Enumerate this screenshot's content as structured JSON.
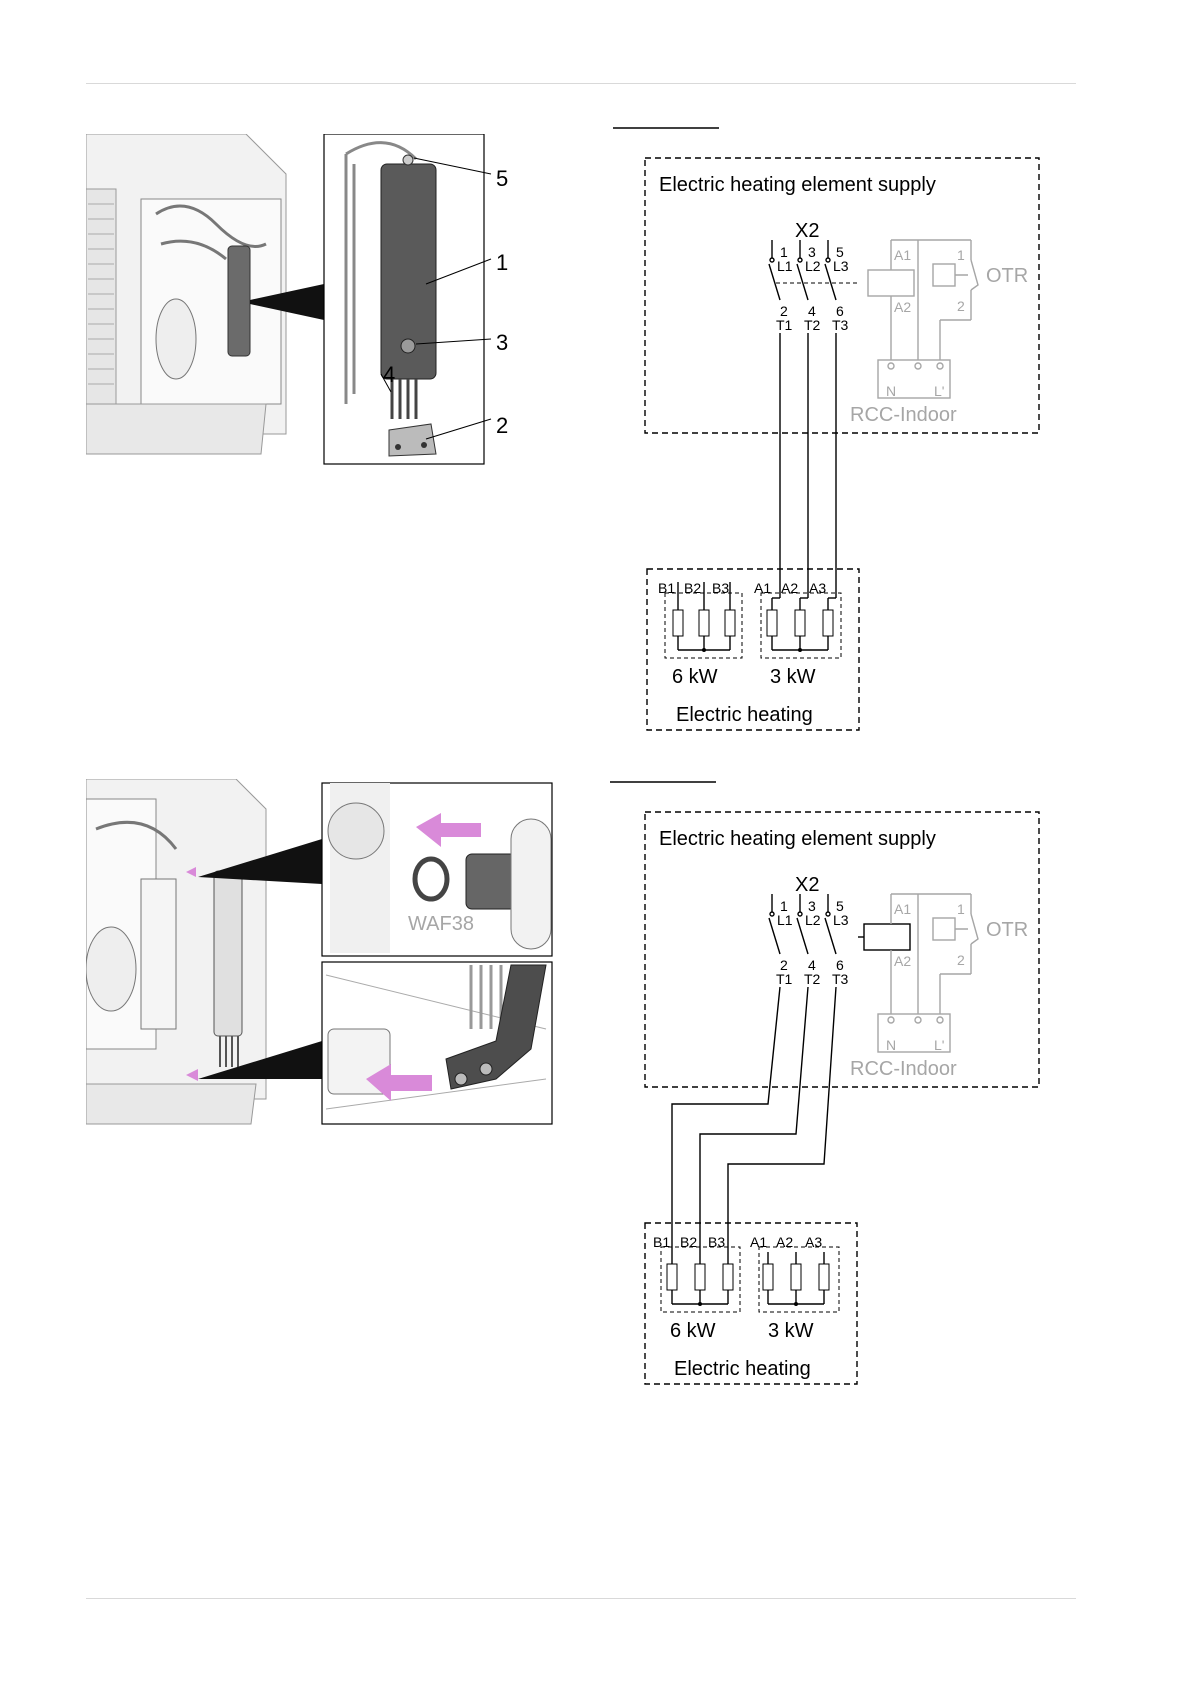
{
  "figure1": {
    "callouts": [
      "5",
      "1",
      "3",
      "4",
      "2"
    ]
  },
  "figure2": {
    "inset_label": "WAF38"
  },
  "wiring1": {
    "supply_title": "Electric heating element supply",
    "contactor": "X2",
    "top_terminals": [
      "1",
      "L1",
      "3",
      "L2",
      "5",
      "L3"
    ],
    "bottom_terminals": [
      "2",
      "T1",
      "4",
      "T2",
      "6",
      "T3"
    ],
    "relay": {
      "a1": "A1",
      "a2": "A2",
      "n1": "1",
      "n2": "2",
      "otr": "OTR",
      "rcc": "RCC-Indoor",
      "n": "N",
      "l": "L'"
    },
    "heating_title": "Electric heating",
    "groups": [
      {
        "power": "6 kW",
        "terminals": [
          "B1",
          "B2",
          "B3"
        ]
      },
      {
        "power": "3 kW",
        "terminals": [
          "A1",
          "A2",
          "A3"
        ]
      }
    ]
  },
  "wiring2": {
    "supply_title": "Electric heating element supply",
    "contactor": "X2",
    "top_terminals": [
      "1",
      "L1",
      "3",
      "L2",
      "5",
      "L3"
    ],
    "bottom_terminals": [
      "2",
      "T1",
      "4",
      "T2",
      "6",
      "T3"
    ],
    "relay": {
      "a1": "A1",
      "a2": "A2",
      "n1": "1",
      "n2": "2",
      "otr": "OTR",
      "rcc": "RCC-Indoor",
      "n": "N",
      "l": "L'"
    },
    "heating_title": "Electric heating",
    "groups": [
      {
        "power": "6 kW",
        "terminals": [
          "B1",
          "B2",
          "B3"
        ]
      },
      {
        "power": "3 kW",
        "terminals": [
          "A1",
          "A2",
          "A3"
        ]
      }
    ]
  },
  "colors": {
    "arrow": "#d98ad9",
    "relay_grey": "#a6a6a6",
    "device_dark": "#5a5a5a"
  }
}
